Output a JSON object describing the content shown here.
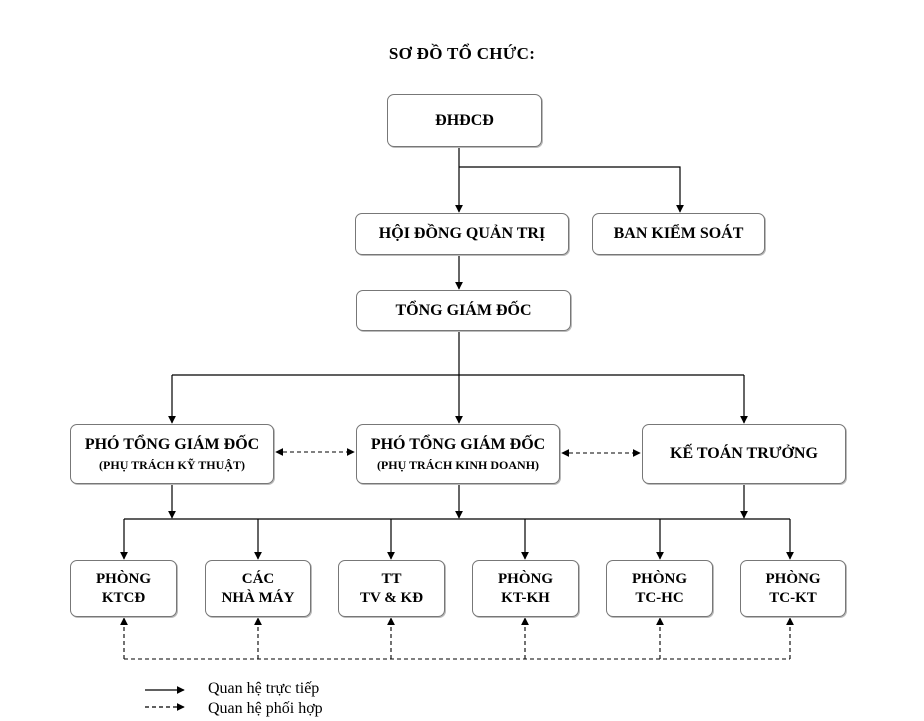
{
  "title": "SƠ ĐỒ TỔ CHỨC:",
  "nodes": {
    "dhcd": "ĐHĐCĐ",
    "hdqt": "HỘI ĐỒNG QUẢN TRỊ",
    "bks": "BAN KIỂM SOÁT",
    "tgd": "TỔNG GIÁM ĐỐC",
    "ptgd_kt": {
      "line1": "PHÓ TỔNG GIÁM ĐỐC",
      "line2": "(PHỤ TRÁCH KỸ THUẬT)"
    },
    "ptgd_kd": {
      "line1": "PHÓ TỔNG GIÁM ĐỐC",
      "line2": "(PHỤ TRÁCH KINH DOANH)"
    },
    "ktt": "KẾ TOÁN TRƯỞNG",
    "departments": [
      {
        "line1": "PHÒNG",
        "line2": "KTCĐ"
      },
      {
        "line1": "CÁC",
        "line2": "NHÀ MÁY"
      },
      {
        "line1": "TT",
        "line2": "TV & KĐ"
      },
      {
        "line1": "PHÒNG",
        "line2": "KT-KH"
      },
      {
        "line1": "PHÒNG",
        "line2": "TC-HC"
      },
      {
        "line1": "PHÒNG",
        "line2": "TC-KT"
      }
    ]
  },
  "legend": {
    "direct": "Quan hệ trực tiếp",
    "coordination": "Quan hệ phối hợp"
  }
}
